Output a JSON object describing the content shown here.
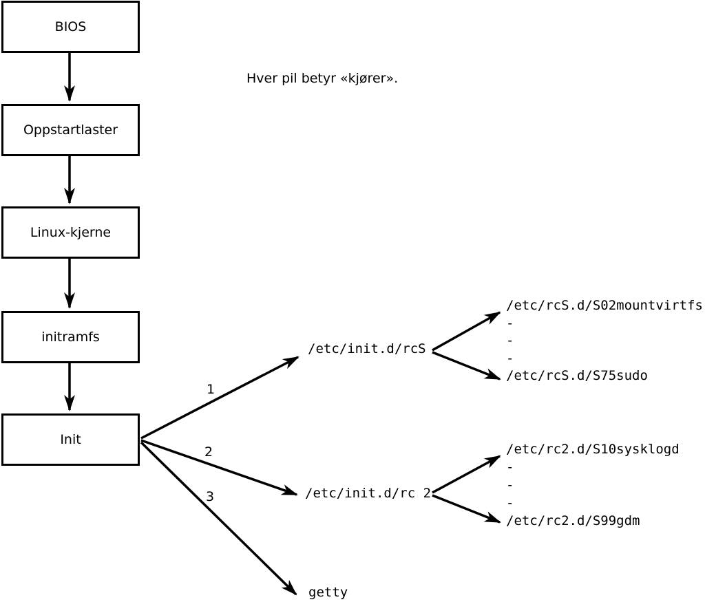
{
  "diagram": {
    "note": "Hver pil betyr «kjører».",
    "chain": [
      "BIOS",
      "Oppstartlaster",
      "Linux-kjerne",
      "initramfs",
      "Init"
    ],
    "branches": [
      {
        "label": "1",
        "target": "/etc/init.d/rcS",
        "children": [
          "/etc/rcS.d/S02mountvirtfs",
          "-",
          "-",
          "-",
          "/etc/rcS.d/S75sudo"
        ]
      },
      {
        "label": "2",
        "target": "/etc/init.d/rc 2",
        "children": [
          "/etc/rc2.d/S10sysklogd",
          "-",
          "-",
          "-",
          "/etc/rc2.d/S99gdm"
        ]
      },
      {
        "label": "3",
        "target": "getty"
      }
    ],
    "colors": {
      "line": "#000000",
      "background": "#ffffff"
    }
  }
}
